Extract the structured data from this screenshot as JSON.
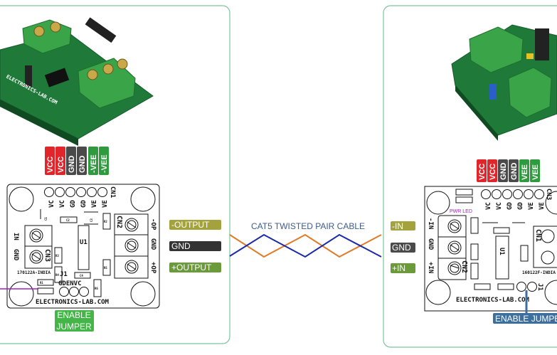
{
  "colors": {
    "panel_border": "#7cc49a",
    "vcc": "#e0252b",
    "gnd": "#4a4a4a",
    "vee": "#2f9a3e",
    "neg_signal": "#a3a23c",
    "gnd_signal": "#333333",
    "pos_signal": "#6b9a3a",
    "wire_orange": "#e07a24",
    "wire_blue": "#1a2aa8",
    "enable_left": "#44b648",
    "enable_right": "#3c6e9e",
    "pwr_led": "#a020c0",
    "cable_text": "#3d5d8c"
  },
  "left_board": {
    "photo_silkscreen": "ELECTRONICS-LAB.COM",
    "pin_labels": [
      "VCC",
      "VCC",
      "GND",
      "GND",
      "-VEE",
      "-VEE"
    ],
    "header_labels": [
      "VC",
      "VC",
      "GD",
      "GD",
      "VE",
      "VE"
    ],
    "header_name": "CN1",
    "cap_labels": [
      "C1",
      "C2",
      "C3",
      "C4"
    ],
    "resistor_labels": [
      "R1",
      "R2",
      "R3",
      "R4",
      "R5",
      "R6"
    ],
    "ic_label": "U1",
    "input_terminal": "CN3",
    "input_pins": [
      "IN",
      "GND"
    ],
    "output_terminal": "CN2",
    "output_pins": [
      "-OP",
      "GND",
      "+OP"
    ],
    "board_code": "170122A-INDIA",
    "jumper_name": "J1",
    "jumper_pins": "GDENVC",
    "site": "ELECTRONICS-LAB.COM",
    "enable_label_1": "ENABLE",
    "enable_label_2": "JUMPER",
    "signals": [
      "-OUTPUT",
      "GND",
      "+OUTPUT"
    ]
  },
  "cable": {
    "label": "CAT5 TWISTED PAIR CABLE"
  },
  "right_board": {
    "pin_labels": [
      "VCC",
      "VCC",
      "GND",
      "GND",
      "VEE",
      "VEE"
    ],
    "header_labels": [
      "VC",
      "VC",
      "GD",
      "GD",
      "VE",
      "VE"
    ],
    "header_name": "CN3",
    "pwr_led": "PWR LED",
    "input_terminal": "CN2",
    "input_pins": [
      "-IN",
      "GND",
      "+IN"
    ],
    "output_terminal": "CN1",
    "ic_label": "U1",
    "board_code": "160122F-INDIA",
    "jumper_name": "J1",
    "site": "ELECTRONICS-LAB.COM",
    "enable_label": "ENABLE JUMPER",
    "signals": [
      "-IN",
      "GND",
      "+IN"
    ]
  }
}
